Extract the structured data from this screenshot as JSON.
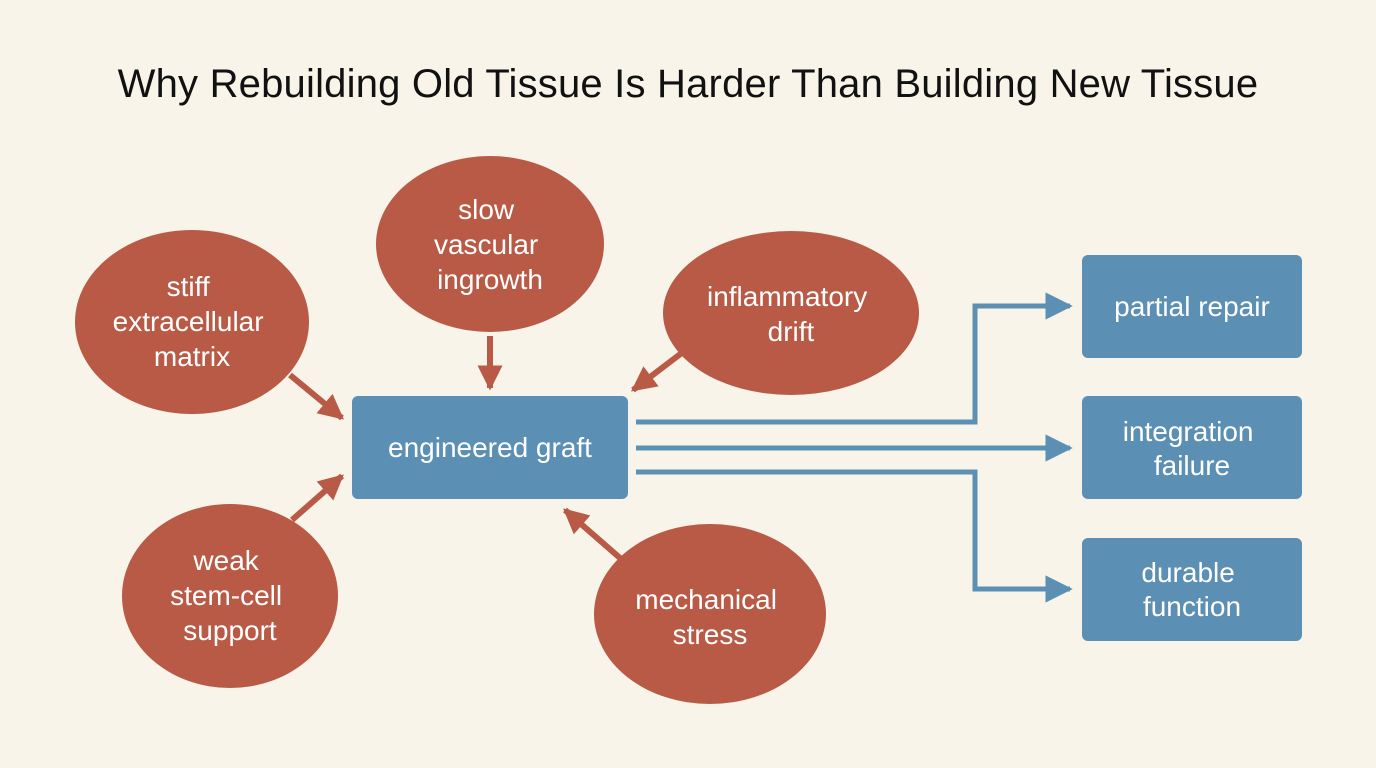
{
  "title": "Why Rebuilding Old Tissue Is Harder Than Building New Tissue",
  "colors": {
    "background": "#f8f4ea",
    "factor": "#b85a45",
    "factor_arrow": "#b85a45",
    "center": "#5b8fb3",
    "outcome": "#5b8fb3",
    "outcome_arrow": "#5b8fb3",
    "text": "#ffffff"
  },
  "center": {
    "lines": [
      "engineered graft"
    ]
  },
  "factors": [
    {
      "id": "stiff-matrix",
      "lines": [
        "stiff",
        "extracellular",
        "matrix"
      ]
    },
    {
      "id": "slow-vascular",
      "lines": [
        "slow",
        "vascular",
        "ingrowth"
      ]
    },
    {
      "id": "inflammatory-drift",
      "lines": [
        "inflammatory",
        "drift"
      ]
    },
    {
      "id": "weak-stem-cell",
      "lines": [
        "weak",
        "stem-cell",
        "support"
      ]
    },
    {
      "id": "mechanical-stress",
      "lines": [
        "mechanical",
        "stress"
      ]
    }
  ],
  "outcomes": [
    {
      "id": "partial-repair",
      "lines": [
        "partial repair"
      ]
    },
    {
      "id": "integration-failure",
      "lines": [
        "integration",
        "failure"
      ]
    },
    {
      "id": "durable-function",
      "lines": [
        "durable",
        "function"
      ]
    }
  ]
}
